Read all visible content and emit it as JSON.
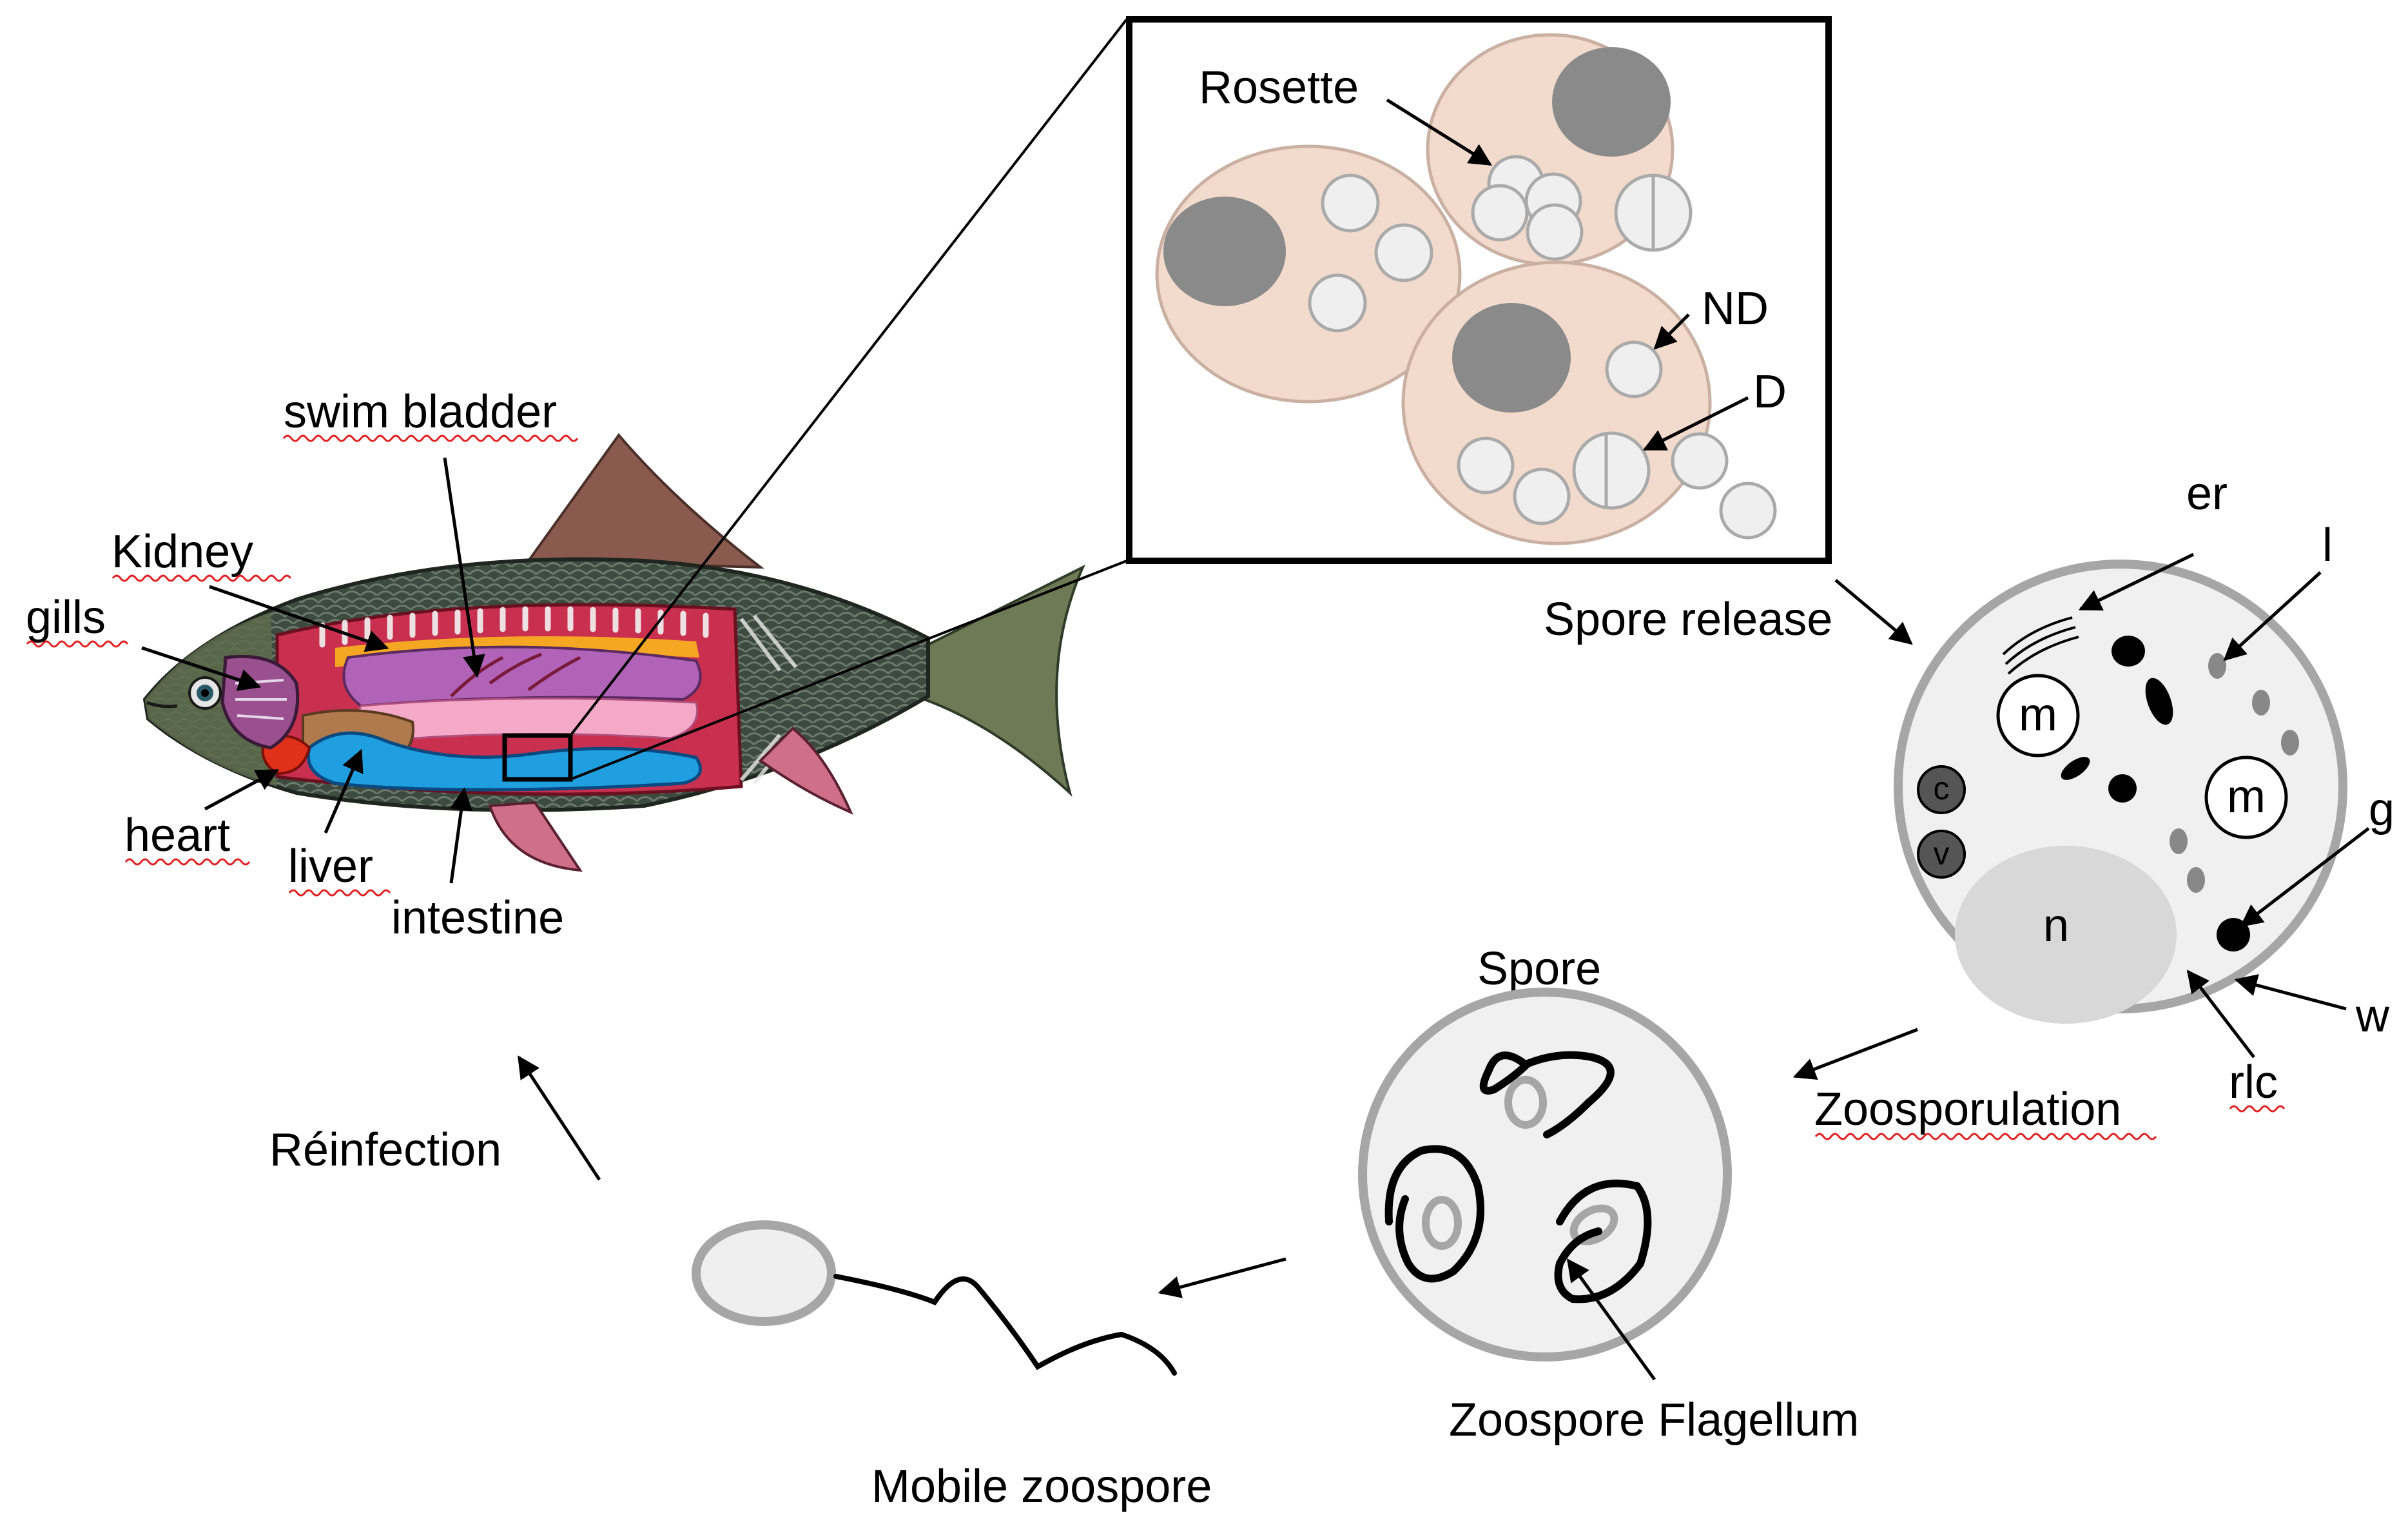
{
  "fish": {
    "labels": {
      "swim_bladder": "swim bladder",
      "kidney": "Kidney",
      "gills": "gills",
      "heart": "heart",
      "liver": "liver",
      "intestine": "intestine"
    }
  },
  "inset": {
    "rosette": "Rosette",
    "nd": "ND",
    "d": "D"
  },
  "cycle": {
    "spore_release": "Spore release",
    "zoosporulation": "Zoosporulation",
    "spore": "Spore",
    "zoospore_flagellum": "Zoospore Flagellum",
    "mobile_zoospore": "Mobile zoospore",
    "reinfection": "Réinfection"
  },
  "cell": {
    "er": "er",
    "l": "l",
    "g": "g",
    "w": "w",
    "rlc": "rlc",
    "m1": "m",
    "m2": "m",
    "c": "c",
    "v": "v",
    "n": "n"
  },
  "colors": {
    "cell_fill": "#f2dbcc",
    "cell_stroke": "#c9b0a2",
    "nucleus_dark": "#8a8a8a",
    "spore_light": "#efefef",
    "spore_wall": "#a6a6a6",
    "fish_body": "#3c4b3e",
    "intestine_blue": "#1f9fe0"
  }
}
